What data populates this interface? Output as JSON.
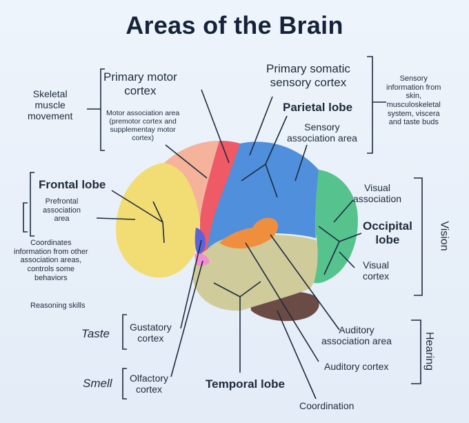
{
  "title": "Areas of the Brain",
  "labels": {
    "skeletal_muscle_movement": "Skeletal\nmuscle\nmovement",
    "primary_motor_cortex": "Primary motor\ncortex",
    "motor_association_area": "Motor association area\n(premotor cortex and\nsupplementay motor\ncortex)",
    "primary_somatic_sensory_cortex": "Primary somatic\nsensory cortex",
    "sensory_information": "Sensory\ninformation from\nskin,\nmusculoskeletal\nsystem, viscera\nand taste buds",
    "parietal_lobe": "Parietal lobe",
    "sensory_association_area": "Sensory\nassociation area",
    "frontal_lobe": "Frontal lobe",
    "prefrontal_association_area": "Prefrontal\nassociation\narea",
    "coordinates_information": "Coordinates\ninformation from other\nassociation areas,\ncontrols some\nbehaviors",
    "reasoning_skills": "Reasoning skills",
    "visual_association": "Visual\nassociation",
    "occipital_lobe": "Occipital\nlobe",
    "visual_cortex": "Visual\ncortex",
    "vision": "Vision",
    "taste": "Taste",
    "gustatory_cortex": "Gustatory\ncortex",
    "smell": "Smell",
    "olfactory_cortex": "Olfactory\ncortex",
    "temporal_lobe": "Temporal lobe",
    "auditory_association_area": "Auditory\nassociation area",
    "auditory_cortex": "Auditory cortex",
    "hearing": "Hearing",
    "coordination": "Coordination"
  },
  "colors": {
    "frontal": "#f2dc74",
    "premotor": "#f4b39a",
    "motor": "#ee5a66",
    "parietal": "#4f8fdc",
    "sensory_assoc": "#5b9ae0",
    "occipital": "#56c28e",
    "temporal": "#cfcb9a",
    "auditory": "#ef8f3e",
    "cerebellum": "#6b4b45",
    "gustatory": "#5a63d8",
    "olfactory": "#f28fd3",
    "line": "#1c2a3c"
  }
}
